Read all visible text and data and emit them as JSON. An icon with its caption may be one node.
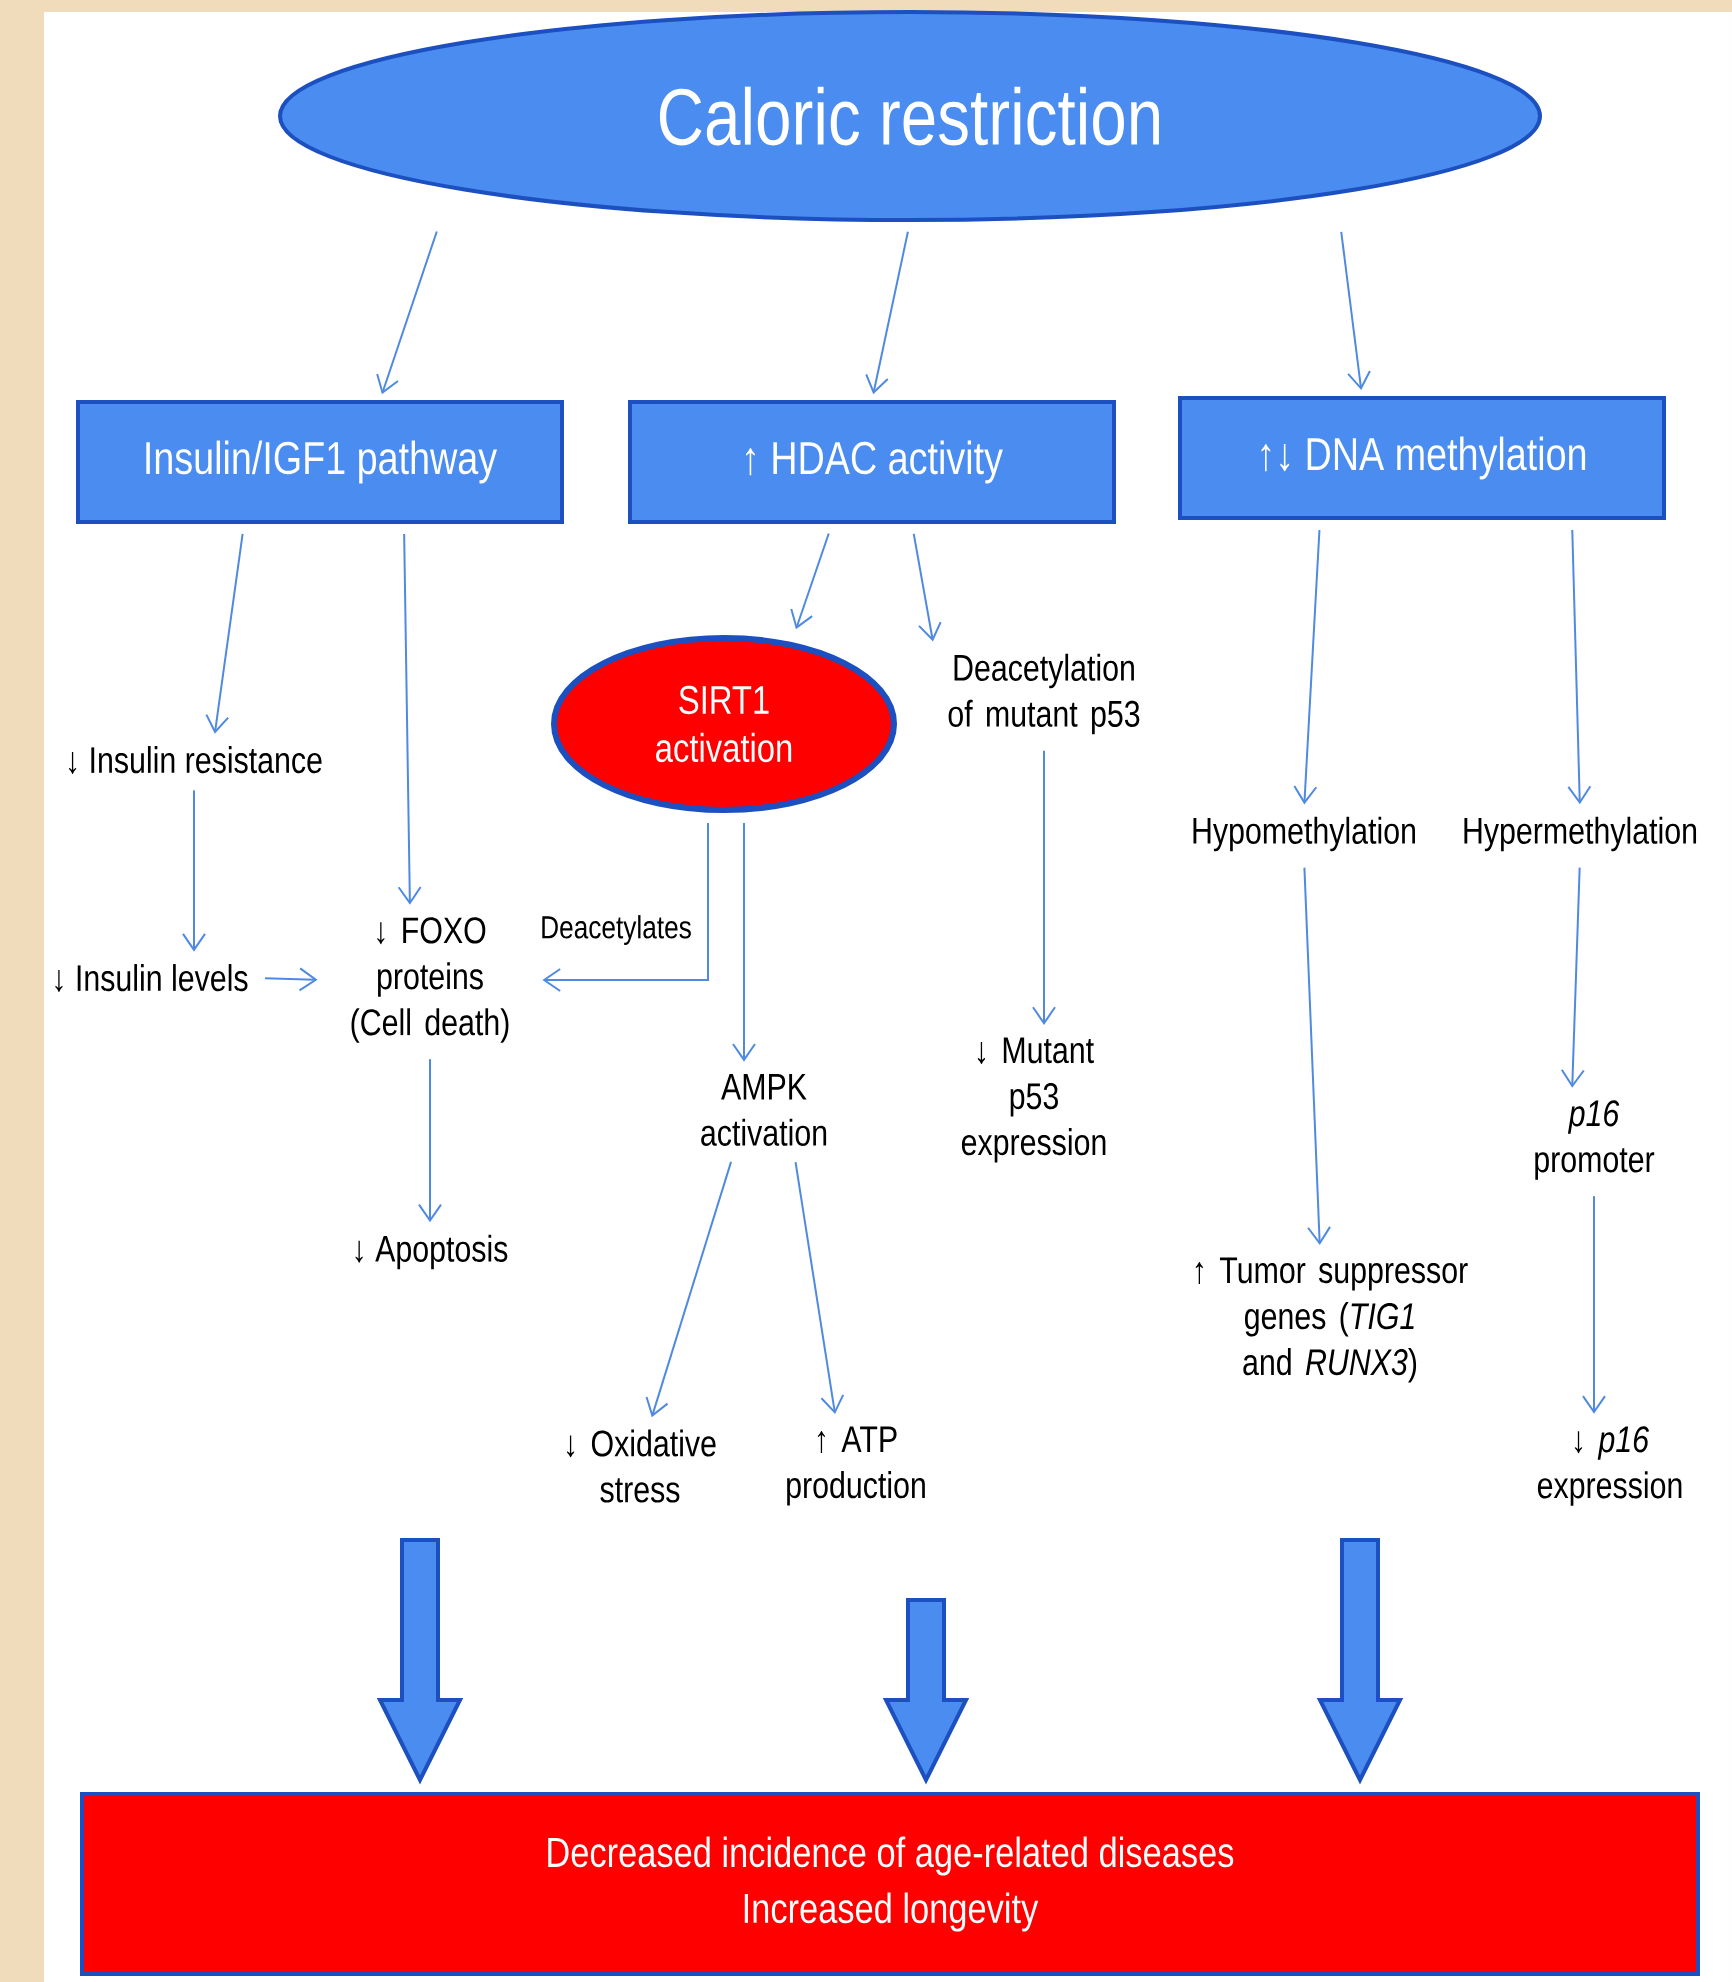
{
  "diagram": {
    "nodes": [
      {
        "text": [
          "Caloric restriction"
        ]
      },
      {
        "text": [
          "Insulin/IGF1 pathway"
        ]
      },
      {
        "text": [
          "↑ HDAC activity"
        ]
      },
      {
        "text": [
          "↑↓ DNA methylation"
        ]
      },
      {
        "text": [
          "↓ Insulin resistance"
        ]
      },
      {
        "text": [
          "SIRT1 activation"
        ]
      },
      {
        "text": [
          "Deacetylation of mutant p53"
        ]
      },
      {
        "text": [
          "Hypomethylation"
        ]
      },
      {
        "text": [
          "Hypermethylation"
        ]
      },
      {
        "text": [
          "↓ Insulin levels"
        ]
      },
      {
        "text": [
          "↓ FOXO proteins (Cell death)"
        ]
      },
      {
        "text": [
          "AMPK activation"
        ]
      },
      {
        "text": [
          "↓ Mutant p53 expression"
        ]
      },
      {
        "text": [
          "↓ Apoptosis"
        ]
      },
      {
        "text": [
          "↑ Tumor suppressor genes (*TIG1* and *RUNX3*)"
        ]
      },
      {
        "text": [
          "*p16* promoter"
        ]
      },
      {
        "text": [
          "↓ Oxidative stress"
        ]
      },
      {
        "text": [
          "↑ ATP production"
        ]
      },
      {
        "text": [
          "↓ *p16* expression"
        ]
      },
      {
        "text": [
          "Decreased incidence of age-related diseases",
          "Increased longevity"
        ]
      }
    ],
    "edges": [
      {
        "from": 0,
        "to": 1,
        "arrow": "to"
      },
      {
        "from": 0,
        "to": 2,
        "arrow": "to"
      },
      {
        "from": 0,
        "to": 3,
        "arrow": "to"
      },
      {
        "from": 1,
        "to": 4,
        "arrow": "to"
      },
      {
        "from": 1,
        "to": 10,
        "arrow": "to"
      },
      {
        "from": 2,
        "to": 5,
        "arrow": "to"
      },
      {
        "from": 2,
        "to": 6,
        "arrow": "to"
      },
      {
        "from": 3,
        "to": 7,
        "arrow": "to"
      },
      {
        "from": 3,
        "to": 8,
        "arrow": "to"
      },
      {
        "from": 4,
        "to": 9,
        "arrow": "to"
      },
      {
        "from": 9,
        "to": 10,
        "arrow": "to"
      },
      {
        "from": 5,
        "to": 10,
        "arrow": "to",
        "label": "Deacetylates"
      },
      {
        "from": 5,
        "to": 11,
        "arrow": "to"
      },
      {
        "from": 6,
        "to": 12,
        "arrow": "to"
      },
      {
        "from": 10,
        "to": 13,
        "arrow": "to"
      },
      {
        "from": 7,
        "to": 14,
        "arrow": "to"
      },
      {
        "from": 8,
        "to": 15,
        "arrow": "to"
      },
      {
        "from": 15,
        "to": 18,
        "arrow": "to"
      },
      {
        "from": 11,
        "to": 16,
        "arrow": "to"
      },
      {
        "from": 11,
        "to": 17,
        "arrow": "to"
      },
      {
        "from": null,
        "to": 19,
        "arrow": "to",
        "style": "thick"
      },
      {
        "from": null,
        "to": 19,
        "arrow": "to",
        "style": "thick"
      },
      {
        "from": null,
        "to": 19,
        "arrow": "to",
        "style": "thick"
      }
    ]
  }
}
